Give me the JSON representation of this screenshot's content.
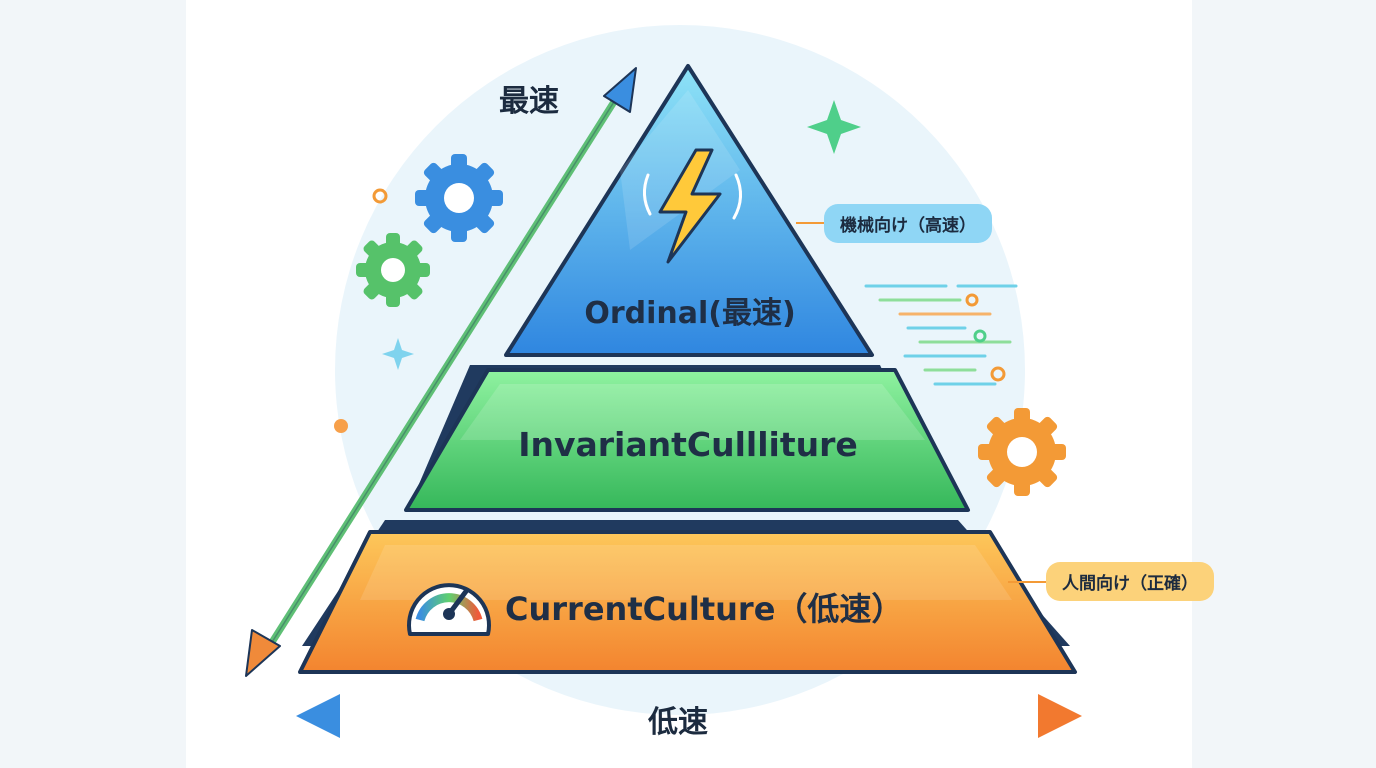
{
  "axis": {
    "top_label": "最速",
    "bottom_label": "低速"
  },
  "tiers": [
    {
      "label": "Ordinal(最速)",
      "icon": "lightning-icon",
      "color": "#3ea6e6"
    },
    {
      "label": "InvariantCullliture",
      "icon": null,
      "color": "#4fcf6a"
    },
    {
      "label": "CurrentCulture（低速）",
      "icon": "speedometer-icon",
      "color": "#f6a13c"
    }
  ],
  "annotations": {
    "machine": "機械向け（高速）",
    "human": "人間向け（正確）"
  },
  "colors": {
    "blue": "#3b8fe0",
    "green": "#49c563",
    "orange": "#f39a36",
    "outline": "#1d3557"
  }
}
